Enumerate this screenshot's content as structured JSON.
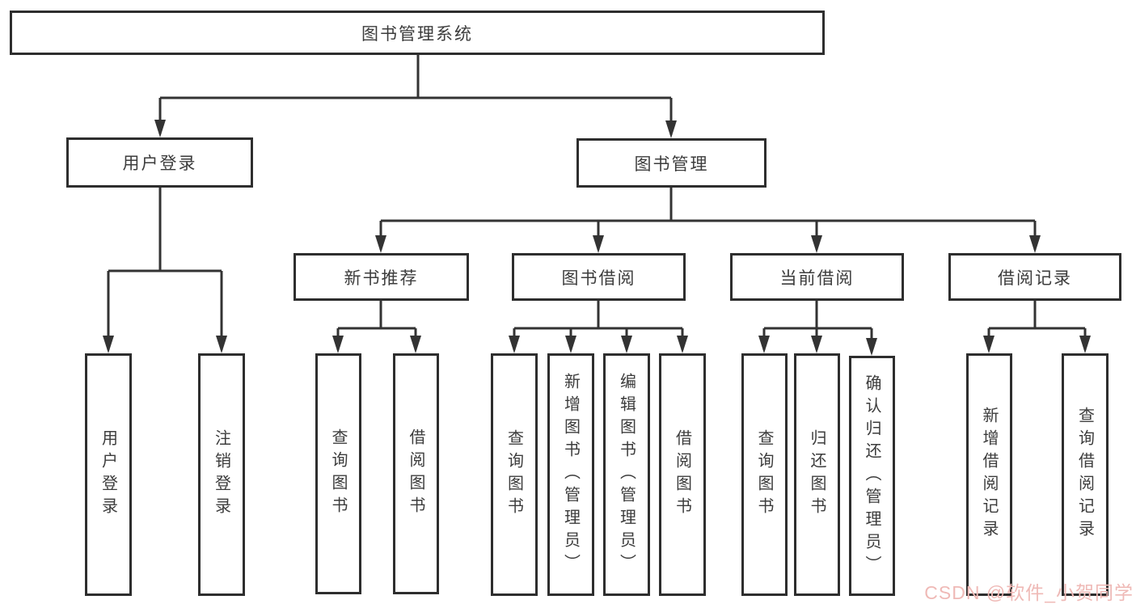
{
  "diagram_title": "图书管理系统",
  "nodes": {
    "root": {
      "label": "图书管理系统"
    },
    "user_login": {
      "label": "用户登录"
    },
    "book_mgmt": {
      "label": "图书管理"
    },
    "new_book_rec": {
      "label": "新书推荐"
    },
    "book_borrow": {
      "label": "图书借阅"
    },
    "current_borrow": {
      "label": "当前借阅"
    },
    "borrow_records": {
      "label": "借阅记录"
    },
    "user_login_leaf": {
      "label": "用户登录"
    },
    "logout_leaf": {
      "label": "注销登录"
    },
    "query_books_1": {
      "label": "查询图书"
    },
    "borrow_books_1": {
      "label": "借阅图书"
    },
    "query_books_2": {
      "label": "查询图书"
    },
    "add_books_admin": {
      "label": "新增图书（管理员）"
    },
    "edit_books_admin": {
      "label": "编辑图书（管理员）"
    },
    "borrow_books_2": {
      "label": "借阅图书"
    },
    "query_books_3": {
      "label": "查询图书"
    },
    "return_books": {
      "label": "归还图书"
    },
    "confirm_return_admin": {
      "label": "确认归还（管理员）"
    },
    "add_borrow_record": {
      "label": "新增借阅记录"
    },
    "query_borrow_record": {
      "label": "查询借阅记录"
    }
  },
  "edges": [
    "图书管理系统 -> 用户登录",
    "图书管理系统 -> 图书管理",
    "用户登录 -> 用户登录",
    "用户登录 -> 注销登录",
    "图书管理 -> 新书推荐",
    "图书管理 -> 图书借阅",
    "图书管理 -> 当前借阅",
    "图书管理 -> 借阅记录",
    "新书推荐 -> 查询图书",
    "新书推荐 -> 借阅图书",
    "图书借阅 -> 查询图书",
    "图书借阅 -> 新增图书（管理员）",
    "图书借阅 -> 编辑图书（管理员）",
    "图书借阅 -> 借阅图书",
    "当前借阅 -> 查询图书",
    "当前借阅 -> 归还图书",
    "当前借阅 -> 确认归还（管理员）",
    "借阅记录 -> 新增借阅记录",
    "借阅记录 -> 查询借阅记录"
  ],
  "watermark": {
    "text": "CSDN @软件_小贺同学"
  },
  "colors": {
    "line": "#333333",
    "box_border": "#2e2e2e",
    "text": "#3c3c3c",
    "background": "#ffffff",
    "watermark": "#efb9b6"
  }
}
